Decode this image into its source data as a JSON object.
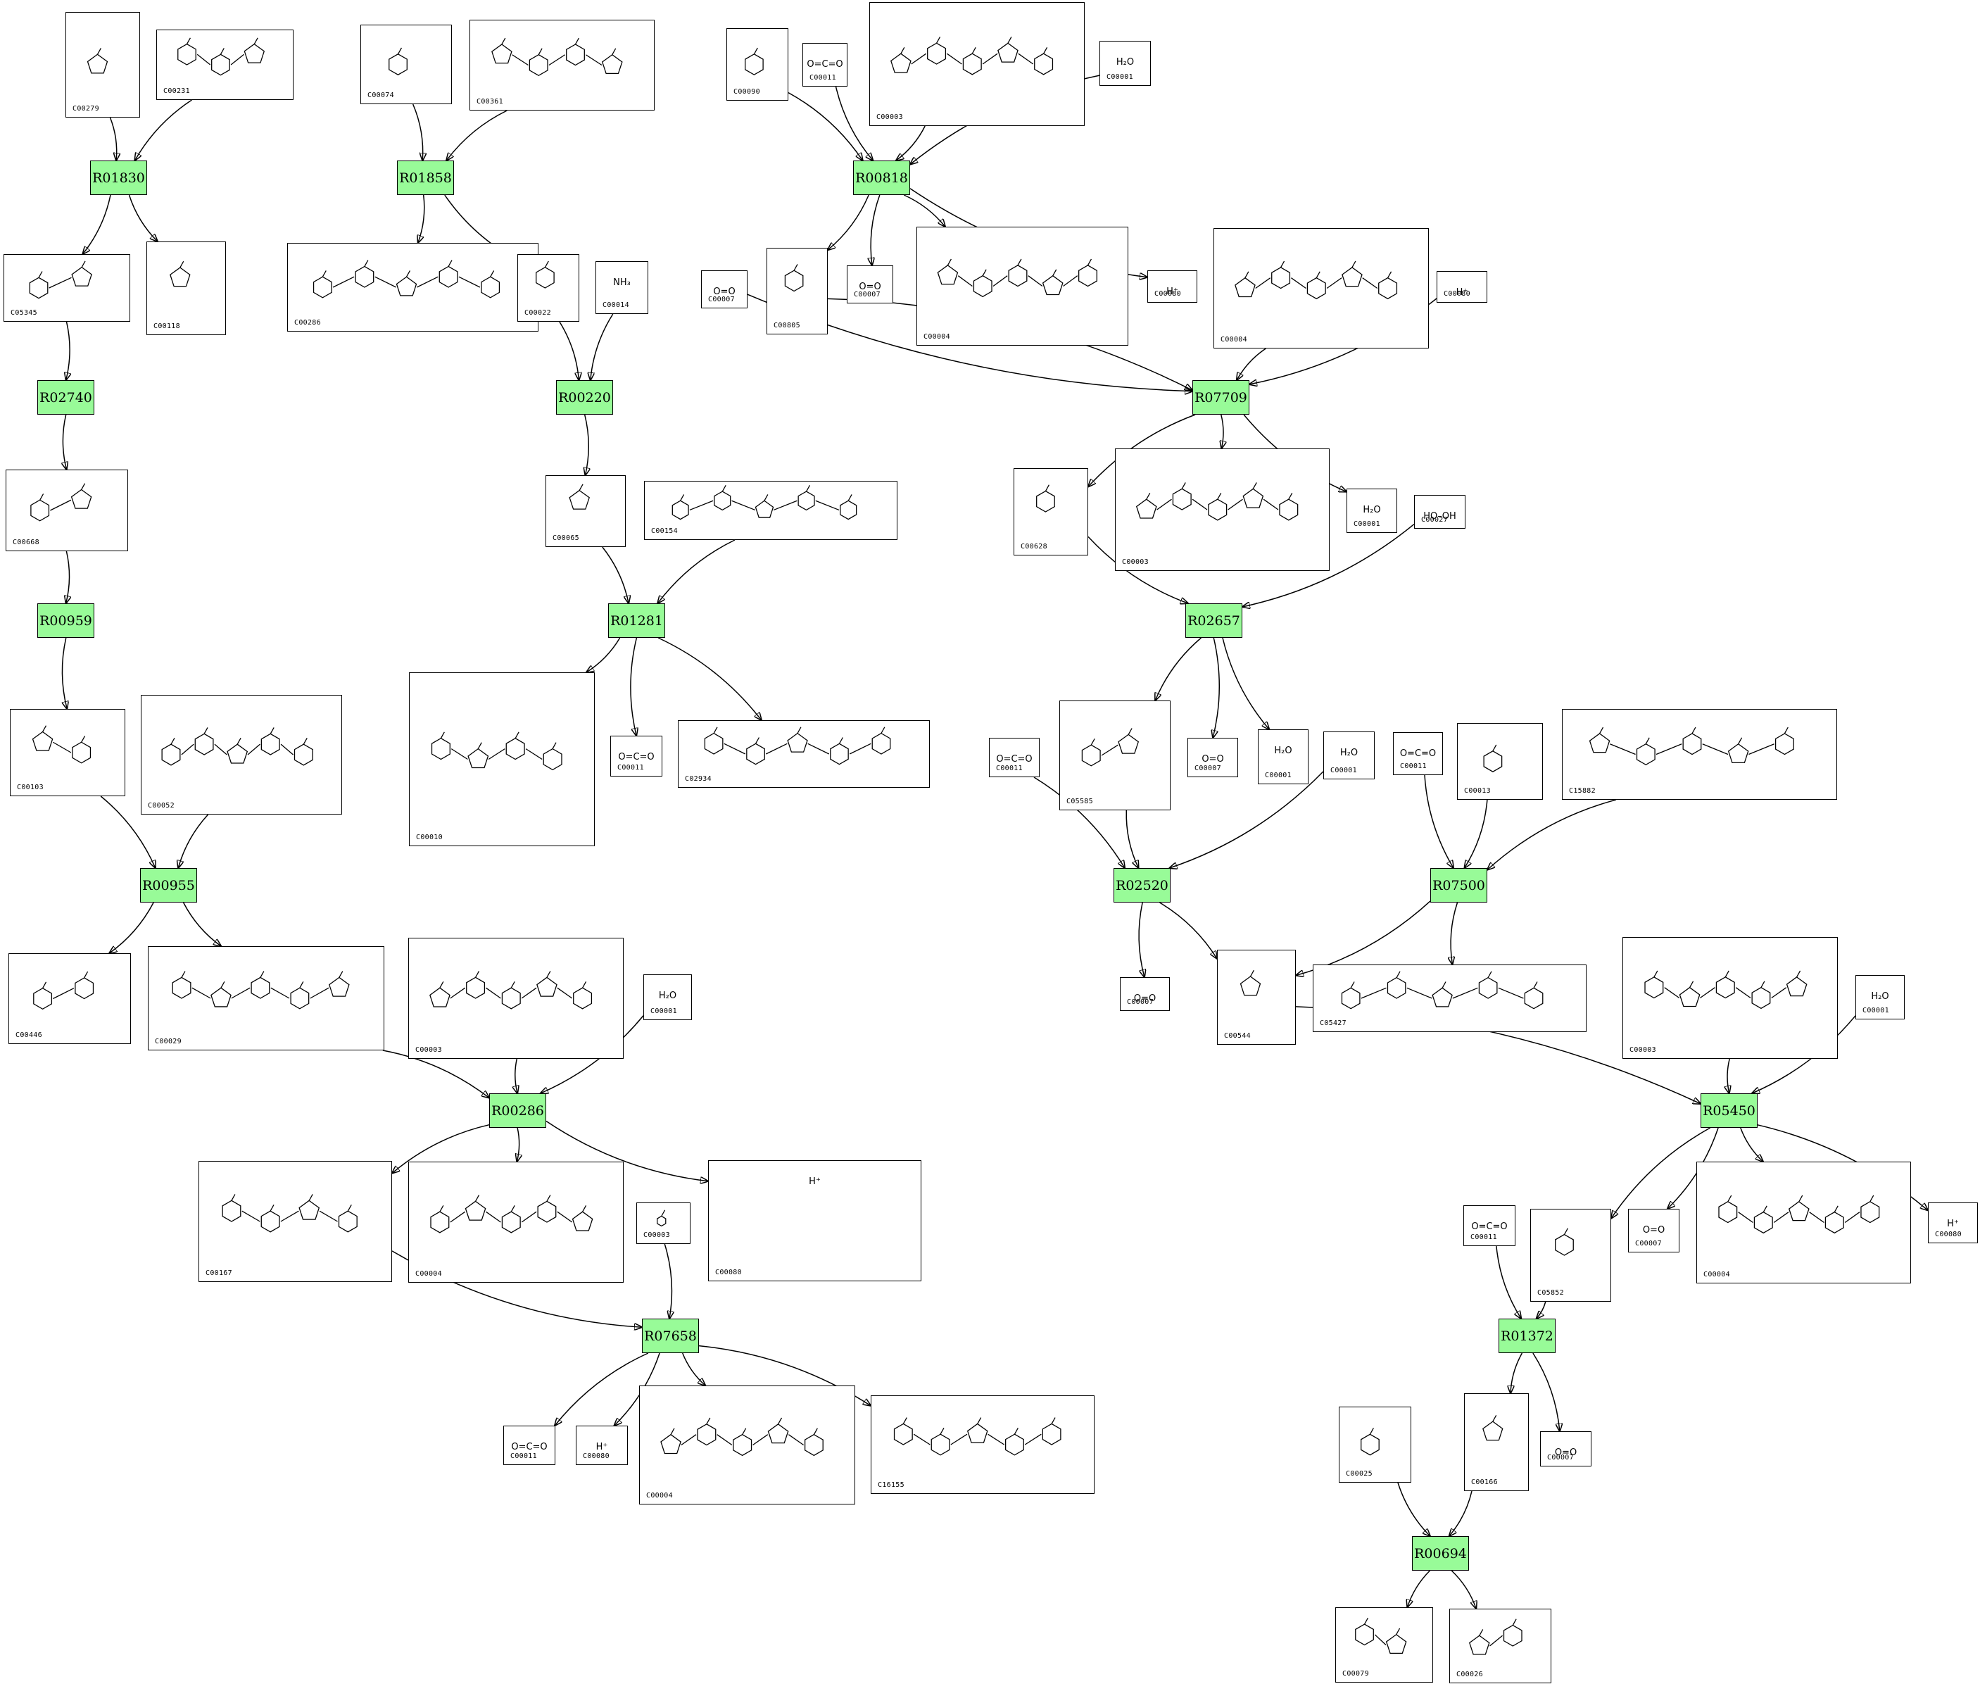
{
  "reaction_color": "#98fb98",
  "reactions": [
    {
      "id": "R01830"
    },
    {
      "id": "R01858"
    },
    {
      "id": "R00818"
    },
    {
      "id": "R02740"
    },
    {
      "id": "R00220"
    },
    {
      "id": "R07709"
    },
    {
      "id": "R00959"
    },
    {
      "id": "R01281"
    },
    {
      "id": "R02657"
    },
    {
      "id": "R00955"
    },
    {
      "id": "R02520"
    },
    {
      "id": "R07500"
    },
    {
      "id": "R00286"
    },
    {
      "id": "R05450"
    },
    {
      "id": "R07658"
    },
    {
      "id": "R01372"
    },
    {
      "id": "R00694"
    }
  ],
  "compounds": [
    {
      "id": "C00279"
    },
    {
      "id": "C00231"
    },
    {
      "id": "C00074"
    },
    {
      "id": "C00361"
    },
    {
      "id": "C00090"
    },
    {
      "id": "C00011",
      "formula": "O=C=O"
    },
    {
      "id": "C00003"
    },
    {
      "id": "C00001",
      "formula": "H₂O"
    },
    {
      "id": "C05345"
    },
    {
      "id": "C00118"
    },
    {
      "id": "C00286"
    },
    {
      "id": "C00022"
    },
    {
      "id": "C00014",
      "formula": "NH₃"
    },
    {
      "id": "C00805"
    },
    {
      "id": "C00007",
      "formula": "O=O"
    },
    {
      "id": "C00004"
    },
    {
      "id": "C00080",
      "formula": "H⁺"
    },
    {
      "id": "C00007",
      "formula": "O=O"
    },
    {
      "id": "C00004"
    },
    {
      "id": "C00080",
      "formula": "H⁺"
    },
    {
      "id": "C00668"
    },
    {
      "id": "C00065"
    },
    {
      "id": "C00154"
    },
    {
      "id": "C00628"
    },
    {
      "id": "C00003"
    },
    {
      "id": "C00001",
      "formula": "H₂O"
    },
    {
      "id": "C00027",
      "formula": "HO–OH"
    },
    {
      "id": "C00103"
    },
    {
      "id": "C00052"
    },
    {
      "id": "C00010"
    },
    {
      "id": "C00011",
      "formula": "O=C=O"
    },
    {
      "id": "C02934"
    },
    {
      "id": "C05585"
    },
    {
      "id": "C00007",
      "formula": "O=O"
    },
    {
      "id": "C00001",
      "formula": "H₂O"
    },
    {
      "id": "C00011",
      "formula": "O=C=O"
    },
    {
      "id": "C00001",
      "formula": "H₂O"
    },
    {
      "id": "C00011",
      "formula": "O=C=O"
    },
    {
      "id": "C00013"
    },
    {
      "id": "C15882"
    },
    {
      "id": "C00446"
    },
    {
      "id": "C00029"
    },
    {
      "id": "C00003"
    },
    {
      "id": "C00001",
      "formula": "H₂O"
    },
    {
      "id": "C00007",
      "formula": "O=O"
    },
    {
      "id": "C00544"
    },
    {
      "id": "C05427"
    },
    {
      "id": "C00003"
    },
    {
      "id": "C00001",
      "formula": "H₂O"
    },
    {
      "id": "C00167"
    },
    {
      "id": "C00004"
    },
    {
      "id": "C00080",
      "formula": "H⁺"
    },
    {
      "id": "C00003"
    },
    {
      "id": "C05852"
    },
    {
      "id": "C00007",
      "formula": "O=O"
    },
    {
      "id": "C00004"
    },
    {
      "id": "C00080",
      "formula": "H⁺"
    },
    {
      "id": "C00011",
      "formula": "O=C=O"
    },
    {
      "id": "C00011",
      "formula": "O=C=O"
    },
    {
      "id": "C00080",
      "formula": "H⁺"
    },
    {
      "id": "C00004"
    },
    {
      "id": "C16155"
    },
    {
      "id": "C00025"
    },
    {
      "id": "C00166"
    },
    {
      "id": "C00007",
      "formula": "O=O"
    },
    {
      "id": "C00079"
    },
    {
      "id": "C00026"
    }
  ],
  "edges": [
    {
      "from": "c0",
      "to": "r0"
    },
    {
      "from": "c1",
      "to": "r0"
    },
    {
      "from": "r0",
      "to": "c8"
    },
    {
      "from": "r0",
      "to": "c9"
    },
    {
      "from": "c2",
      "to": "r1"
    },
    {
      "from": "c3",
      "to": "r1"
    },
    {
      "from": "r1",
      "to": "c10"
    },
    {
      "from": "r1",
      "to": "c11"
    },
    {
      "from": "c4",
      "to": "r2"
    },
    {
      "from": "c5",
      "to": "r2"
    },
    {
      "from": "c6",
      "to": "r2"
    },
    {
      "from": "c7",
      "to": "r2"
    },
    {
      "from": "r2",
      "to": "c13"
    },
    {
      "from": "r2",
      "to": "c14"
    },
    {
      "from": "r2",
      "to": "c15"
    },
    {
      "from": "r2",
      "to": "c16"
    },
    {
      "from": "c8",
      "to": "r3"
    },
    {
      "from": "r3",
      "to": "c20"
    },
    {
      "from": "c11",
      "to": "r4"
    },
    {
      "from": "c12",
      "to": "r4"
    },
    {
      "from": "r4",
      "to": "c21"
    },
    {
      "from": "c17",
      "to": "r5"
    },
    {
      "from": "c13",
      "to": "r5"
    },
    {
      "from": "c18",
      "to": "r5"
    },
    {
      "from": "c19",
      "to": "r5"
    },
    {
      "from": "r5",
      "to": "c23"
    },
    {
      "from": "r5",
      "to": "c24"
    },
    {
      "from": "r5",
      "to": "c25"
    },
    {
      "from": "c20",
      "to": "r6"
    },
    {
      "from": "r6",
      "to": "c27"
    },
    {
      "from": "c21",
      "to": "r7"
    },
    {
      "from": "c22",
      "to": "r7"
    },
    {
      "from": "r7",
      "to": "c29"
    },
    {
      "from": "r7",
      "to": "c30"
    },
    {
      "from": "r7",
      "to": "c31"
    },
    {
      "from": "c23",
      "to": "r8"
    },
    {
      "from": "c26",
      "to": "r8"
    },
    {
      "from": "r8",
      "to": "c32"
    },
    {
      "from": "r8",
      "to": "c33"
    },
    {
      "from": "r8",
      "to": "c34"
    },
    {
      "from": "c27",
      "to": "r9"
    },
    {
      "from": "c28",
      "to": "r9"
    },
    {
      "from": "r9",
      "to": "c40"
    },
    {
      "from": "r9",
      "to": "c41"
    },
    {
      "from": "c35",
      "to": "r10"
    },
    {
      "from": "c32",
      "to": "r10"
    },
    {
      "from": "c36",
      "to": "r10"
    },
    {
      "from": "r10",
      "to": "c44"
    },
    {
      "from": "r10",
      "to": "c45"
    },
    {
      "from": "c37",
      "to": "r11"
    },
    {
      "from": "c38",
      "to": "r11"
    },
    {
      "from": "c39",
      "to": "r11"
    },
    {
      "from": "r11",
      "to": "c45"
    },
    {
      "from": "r11",
      "to": "c46"
    },
    {
      "from": "c41",
      "to": "r12"
    },
    {
      "from": "c42",
      "to": "r12"
    },
    {
      "from": "c43",
      "to": "r12"
    },
    {
      "from": "r12",
      "to": "c49"
    },
    {
      "from": "r12",
      "to": "c50"
    },
    {
      "from": "r12",
      "to": "c51"
    },
    {
      "from": "c45",
      "to": "r13"
    },
    {
      "from": "c47",
      "to": "r13"
    },
    {
      "from": "c48",
      "to": "r13"
    },
    {
      "from": "r13",
      "to": "c53"
    },
    {
      "from": "r13",
      "to": "c54"
    },
    {
      "from": "r13",
      "to": "c55"
    },
    {
      "from": "r13",
      "to": "c56"
    },
    {
      "from": "c49",
      "to": "r14"
    },
    {
      "from": "c52",
      "to": "r14"
    },
    {
      "from": "r14",
      "to": "c58"
    },
    {
      "from": "r14",
      "to": "c59"
    },
    {
      "from": "r14",
      "to": "c60"
    },
    {
      "from": "r14",
      "to": "c61"
    },
    {
      "from": "c57",
      "to": "r15"
    },
    {
      "from": "c53",
      "to": "r15"
    },
    {
      "from": "r15",
      "to": "c63"
    },
    {
      "from": "r15",
      "to": "c64"
    },
    {
      "from": "c62",
      "to": "r16"
    },
    {
      "from": "c63",
      "to": "r16"
    },
    {
      "from": "r16",
      "to": "c65"
    },
    {
      "from": "r16",
      "to": "c66"
    }
  ]
}
